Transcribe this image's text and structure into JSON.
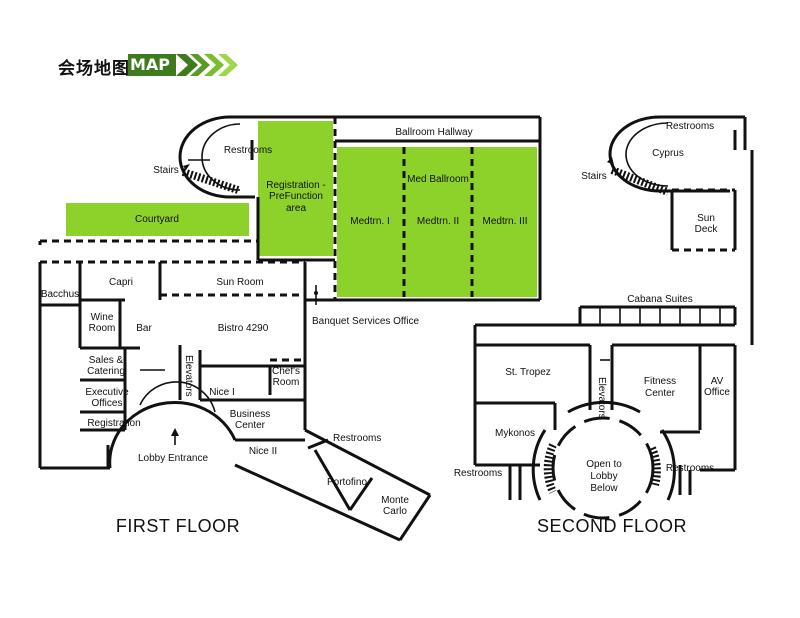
{
  "header": {
    "title_cn": "会场地图",
    "title_en": "MAP"
  },
  "colors": {
    "highlight": "#8cd22a",
    "badge": "#3d7b1c",
    "walls": "#111111"
  },
  "first_floor": {
    "label": "FIRST FLOOR",
    "rooms": {
      "restrooms_top": "Restrooms",
      "stairs": "Stairs",
      "registration_prefunction": [
        "Registration -",
        "PreFunction",
        "area"
      ],
      "ballroom_hallway": "Ballroom Hallway",
      "med_ballroom": "Med Ballroom",
      "medtrn_1": "Medtrn. I",
      "medtrn_2": "Medtrn. II",
      "medtrn_3": "Medtrn. III",
      "courtyard": "Courtyard",
      "bacchus": "Bacchus",
      "capri": "Capri",
      "sun_room": "Sun Room",
      "wine_room": [
        "Wine",
        "Room"
      ],
      "bar": "Bar",
      "bistro": "Bistro 4290",
      "banquet_services": "Banquet Services Office",
      "sales_catering": [
        "Sales &",
        "Catering"
      ],
      "elevators": "Elevators",
      "chefs_room": [
        "Chef's",
        "Room"
      ],
      "executive_offices": [
        "Executive",
        "Offices"
      ],
      "nice_1": "Nice I",
      "business_center": [
        "Business",
        "Center"
      ],
      "registration": "Registration",
      "lobby_entrance": "Lobby Entrance",
      "nice_2": "Nice II",
      "restrooms_bottom": "Restrooms",
      "portofino": "Portofino",
      "monte_carlo": [
        "Monte",
        "Carlo"
      ]
    }
  },
  "second_floor": {
    "label": "SECOND FLOOR",
    "rooms": {
      "restrooms_top": "Restrooms",
      "cyprus": "Cyprus",
      "stairs": "Stairs",
      "sun_deck": [
        "Sun",
        "Deck"
      ],
      "cabana_suites": "Cabana Suites",
      "st_tropez": "St. Tropez",
      "elevators": "Elevators",
      "fitness_center": [
        "Fitness",
        "Center"
      ],
      "av_office": [
        "AV",
        "Office"
      ],
      "mykonos": "Mykonos",
      "open_to_lobby": [
        "Open to",
        "Lobby",
        "Below"
      ],
      "restrooms_left": "Restrooms",
      "restrooms_right": "Restrooms"
    }
  }
}
